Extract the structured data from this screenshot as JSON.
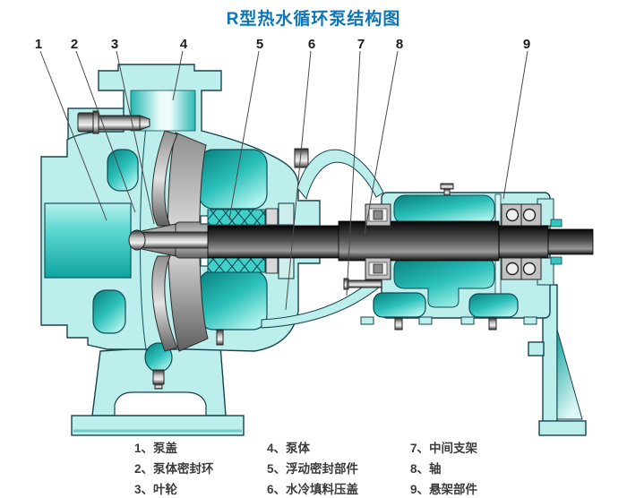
{
  "title": "R型热水循环泵结构图",
  "callout_nums": [
    "1",
    "2",
    "3",
    "4",
    "5",
    "6",
    "7",
    "8",
    "9"
  ],
  "legend": {
    "col1": [
      "1、泵盖",
      "2、泵体密封环",
      "3、叶轮"
    ],
    "col2": [
      "4、泵体",
      "5、浮动密封部件",
      "6、水冷填料压盖"
    ],
    "col3": [
      "7、中间支架",
      "8、轴",
      "9、悬架部件"
    ]
  },
  "colors": {
    "title_blue": "#0e76b4",
    "casing_cyan": "#bceeec",
    "strong_teal": "#19b4ae",
    "outline_dark": "#16424f",
    "shaft_dark": "#1a1a1a",
    "metal_gray": "#b5b5b5",
    "legend_text": "#3b3b3b",
    "background": "#ffffff"
  }
}
